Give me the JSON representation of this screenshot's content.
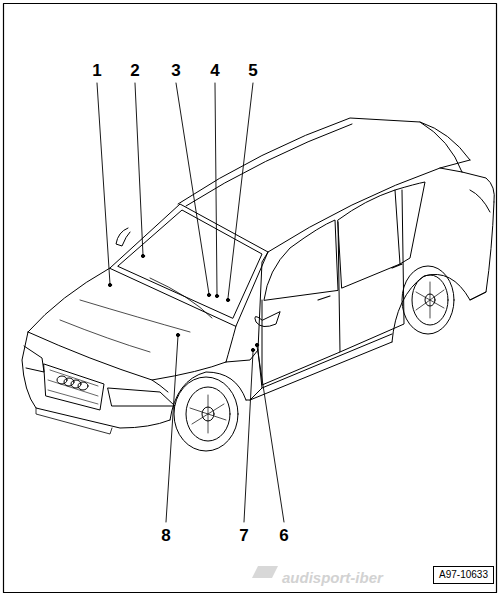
{
  "diagram": {
    "nodes": [
      {
        "text": [
          "A97-10633"
        ]
      }
    ],
    "labels": [
      "1",
      "2",
      "3",
      "4",
      "5",
      "8",
      "7",
      "6",
      "audisport-iber"
    ]
  }
}
